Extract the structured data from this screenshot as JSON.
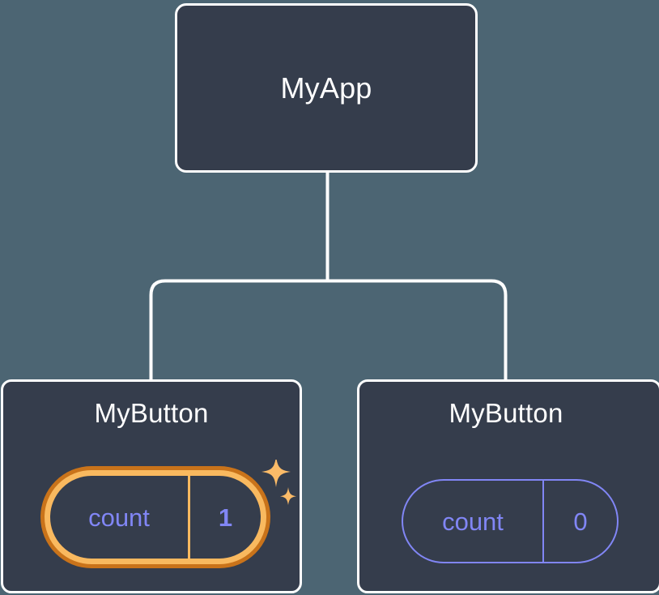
{
  "diagram": {
    "type": "component-tree",
    "background_color": "#4c6573",
    "node_fill": "#353d4c",
    "node_border": "#ffffff",
    "connector_color": "#ffffff",
    "prop_text_color": "#8186f5",
    "highlight_outer_color": "#c9731a",
    "highlight_inner_color": "#f9b95f",
    "sparkle_color": "#fbbb68",
    "root": {
      "title": "MyApp"
    },
    "children": [
      {
        "title": "MyButton",
        "prop_name": "count",
        "prop_value": "1",
        "highlighted": "true",
        "sparkles": "2"
      },
      {
        "title": "MyButton",
        "prop_name": "count",
        "prop_value": "0",
        "highlighted": "false",
        "sparkles": "0"
      }
    ]
  }
}
